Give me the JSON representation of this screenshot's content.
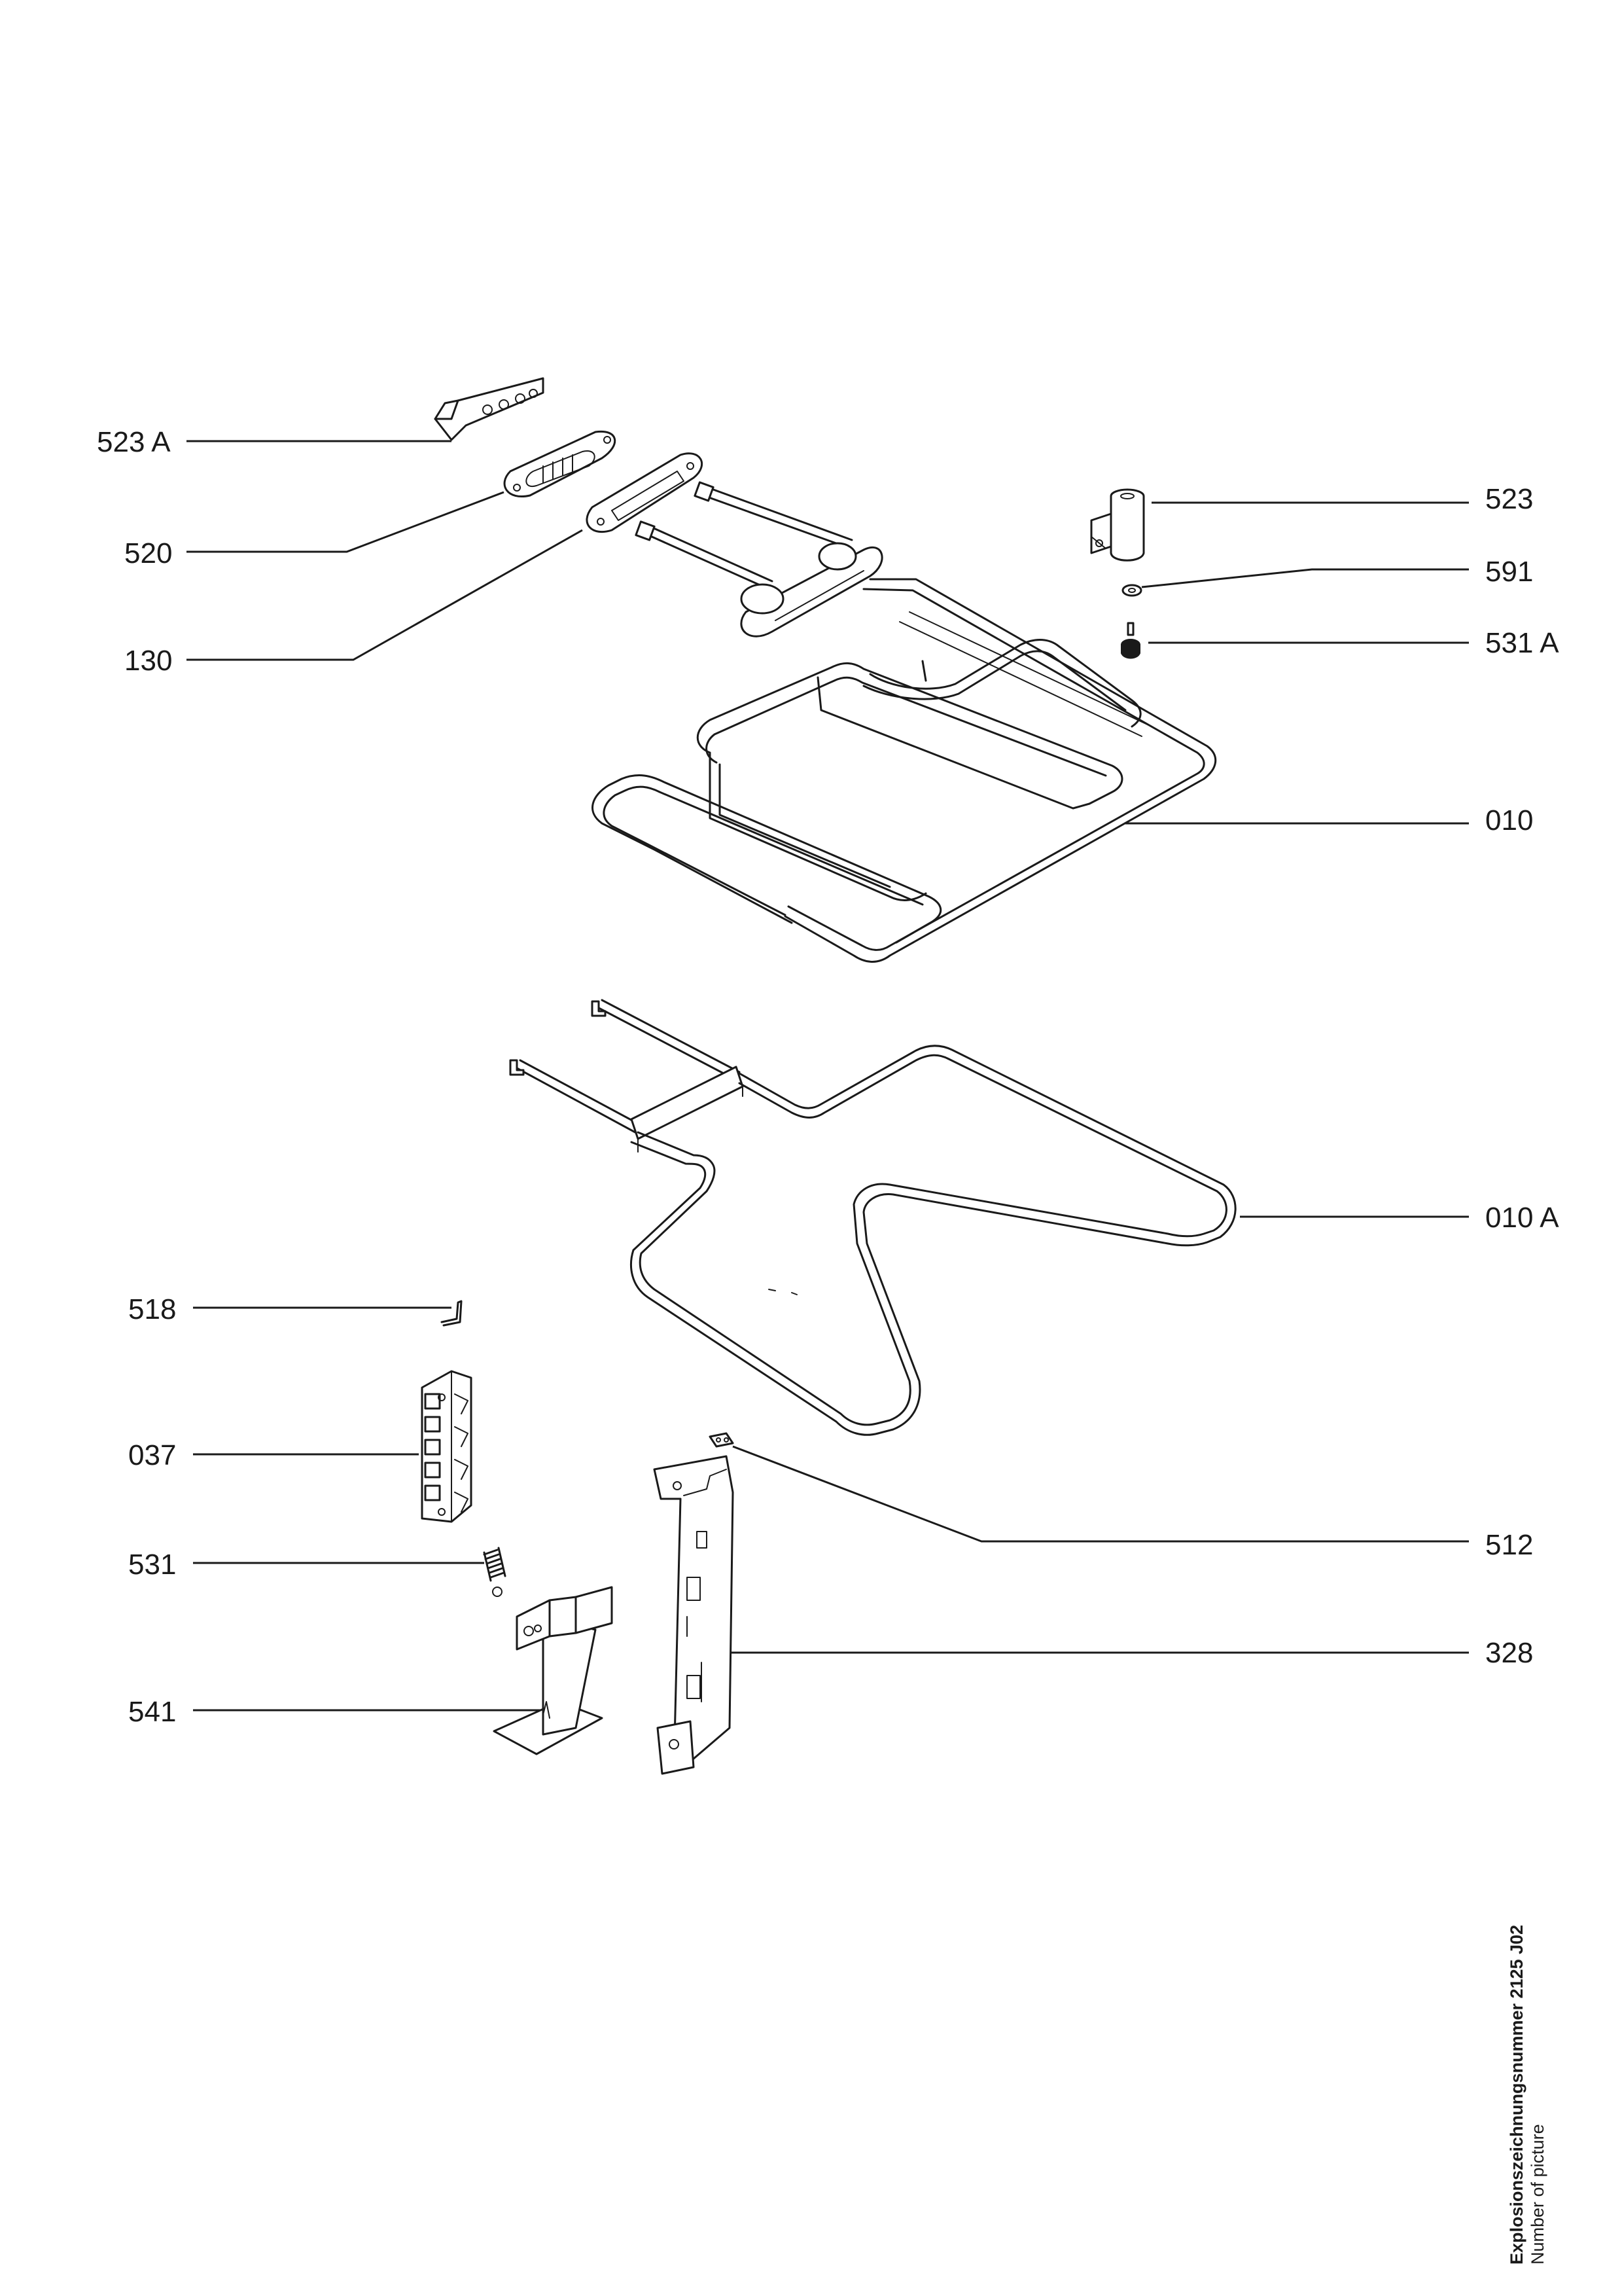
{
  "callouts": {
    "c523a": "523 A",
    "c520": "520",
    "c130": "130",
    "c523": "523",
    "c591": "591",
    "c531a": "531 A",
    "c010": "010",
    "c010a": "010 A",
    "c518": "518",
    "c037": "037",
    "c531": "531",
    "c541": "541",
    "c512": "512",
    "c328": "328"
  },
  "footer": {
    "picture_number_label": "Explosionszeichnungsnummer 2125 J02",
    "picture_number_caption": "Number of picture"
  }
}
